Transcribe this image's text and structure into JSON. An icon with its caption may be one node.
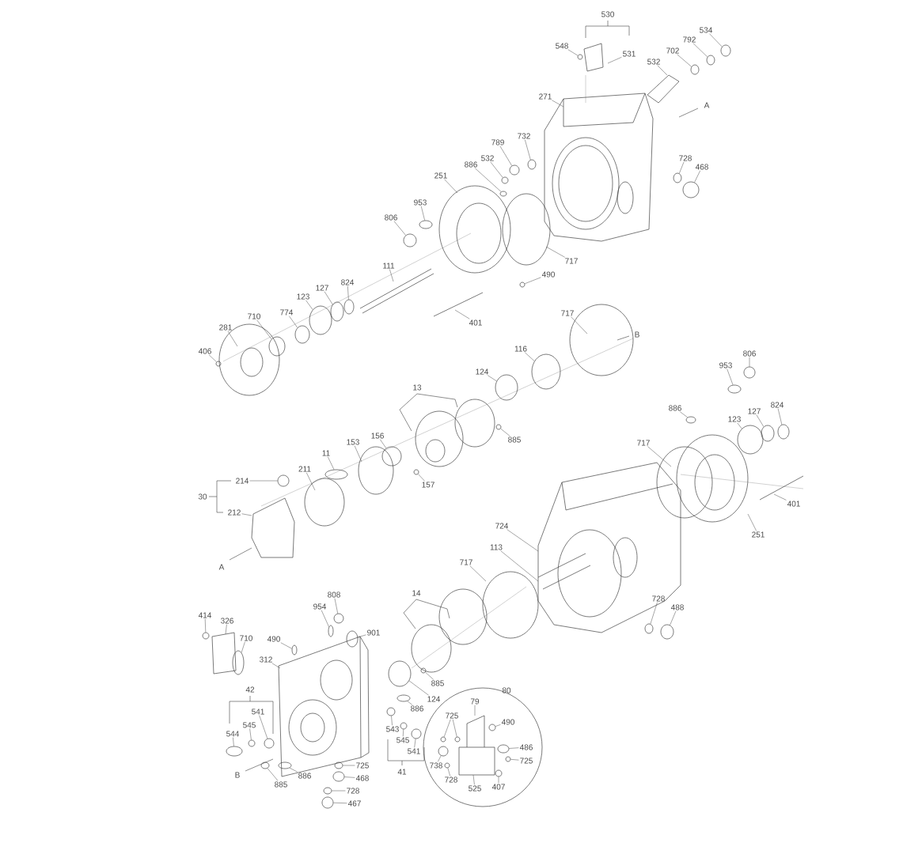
{
  "diagram": {
    "nodes": [
      {
        "text": [
          "548"
        ]
      },
      {
        "text": [
          "531"
        ]
      },
      {
        "text": [
          "532"
        ]
      },
      {
        "text": [
          "702"
        ]
      },
      {
        "text": [
          "792"
        ]
      },
      {
        "text": [
          "534"
        ]
      },
      {
        "text": [
          "271"
        ]
      },
      {
        "text": [
          "789"
        ]
      },
      {
        "text": [
          "732"
        ]
      },
      {
        "text": [
          "532"
        ]
      },
      {
        "text": [
          "886"
        ]
      },
      {
        "text": [
          "251"
        ]
      },
      {
        "text": [
          "728"
        ]
      },
      {
        "text": [
          "468"
        ]
      },
      {
        "text": [
          "953"
        ]
      },
      {
        "text": [
          "806"
        ]
      },
      {
        "text": [
          "717"
        ]
      },
      {
        "text": [
          "490"
        ]
      },
      {
        "text": [
          "111"
        ]
      },
      {
        "text": [
          "824"
        ]
      },
      {
        "text": [
          "127"
        ]
      },
      {
        "text": [
          "123"
        ]
      },
      {
        "text": [
          "774"
        ]
      },
      {
        "text": [
          "710"
        ]
      },
      {
        "text": [
          "281"
        ]
      },
      {
        "text": [
          "406"
        ]
      },
      {
        "text": [
          "401"
        ]
      },
      {
        "text": [
          "717"
        ]
      },
      {
        "text": [
          "116"
        ]
      },
      {
        "text": [
          "124"
        ]
      },
      {
        "text": [
          "885"
        ]
      },
      {
        "text": [
          "157"
        ]
      },
      {
        "text": [
          "156"
        ]
      },
      {
        "text": [
          "153"
        ]
      },
      {
        "text": [
          "11"
        ]
      },
      {
        "text": [
          "211"
        ]
      },
      {
        "text": [
          "214"
        ]
      },
      {
        "text": [
          "212"
        ]
      },
      {
        "text": [
          "806"
        ]
      },
      {
        "text": [
          "953"
        ]
      },
      {
        "text": [
          "886"
        ]
      },
      {
        "text": [
          "123"
        ]
      },
      {
        "text": [
          "127"
        ]
      },
      {
        "text": [
          "824"
        ]
      },
      {
        "text": [
          "717"
        ]
      },
      {
        "text": [
          "401"
        ]
      },
      {
        "text": [
          "251"
        ]
      },
      {
        "text": [
          "724"
        ]
      },
      {
        "text": [
          "113"
        ]
      },
      {
        "text": [
          "717"
        ]
      },
      {
        "text": [
          "728"
        ]
      },
      {
        "text": [
          "488"
        ]
      },
      {
        "text": [
          "808"
        ]
      },
      {
        "text": [
          "954"
        ]
      },
      {
        "text": [
          "901"
        ]
      },
      {
        "text": [
          "490"
        ]
      },
      {
        "text": [
          "414"
        ]
      },
      {
        "text": [
          "326"
        ]
      },
      {
        "text": [
          "710"
        ]
      },
      {
        "text": [
          "312"
        ]
      },
      {
        "text": [
          "124"
        ]
      },
      {
        "text": [
          "885"
        ]
      },
      {
        "text": [
          "886"
        ]
      },
      {
        "text": [
          "541"
        ]
      },
      {
        "text": [
          "545"
        ]
      },
      {
        "text": [
          "544"
        ]
      },
      {
        "text": [
          "543"
        ]
      },
      {
        "text": [
          "545"
        ]
      },
      {
        "text": [
          "541"
        ]
      },
      {
        "text": [
          "725"
        ]
      },
      {
        "text": [
          "468"
        ]
      },
      {
        "text": [
          "728"
        ]
      },
      {
        "text": [
          "467"
        ]
      },
      {
        "text": [
          "885"
        ]
      },
      {
        "text": [
          "886"
        ]
      },
      {
        "text": [
          "79"
        ]
      },
      {
        "text": [
          "725"
        ]
      },
      {
        "text": [
          "490"
        ]
      },
      {
        "text": [
          "486"
        ]
      },
      {
        "text": [
          "725"
        ]
      },
      {
        "text": [
          "407"
        ]
      },
      {
        "text": [
          "525"
        ]
      },
      {
        "text": [
          "728"
        ]
      },
      {
        "text": [
          "738"
        ]
      },
      {
        "text": [],
        "shape": "circle"
      },
      {
        "text": [],
        "shape": "circle"
      },
      {
        "text": [],
        "shape": "circle"
      },
      {
        "text": [],
        "shape": "circle"
      },
      {
        "text": [],
        "shape": "circle"
      },
      {
        "text": [],
        "shape": "circle"
      },
      {
        "text": [],
        "shape": "circle"
      },
      {
        "text": [],
        "shape": "circle"
      },
      {
        "text": [],
        "shape": "circle"
      },
      {
        "text": [],
        "shape": "circle"
      },
      {
        "text": [],
        "shape": "circle"
      },
      {
        "text": [],
        "shape": "circle"
      },
      {
        "text": [],
        "shape": "circle"
      },
      {
        "text": [],
        "shape": "circle"
      },
      {
        "text": [],
        "shape": "circle"
      },
      {
        "text": [],
        "shape": "circle"
      },
      {
        "text": [],
        "shape": "circle"
      },
      {
        "text": [],
        "shape": "circle"
      },
      {
        "text": [],
        "shape": "circle"
      },
      {
        "text": [],
        "shape": "circle"
      },
      {
        "text": [],
        "shape": "circle"
      },
      {
        "text": [],
        "shape": "circle"
      },
      {
        "text": [],
        "shape": "circle"
      },
      {
        "text": [],
        "shape": "circle"
      },
      {
        "text": [],
        "shape": "circle"
      },
      {
        "text": [],
        "shape": "circle"
      },
      {
        "text": [],
        "shape": "circle"
      },
      {
        "text": [],
        "shape": "circle"
      },
      {
        "text": [],
        "shape": "circle"
      },
      {
        "text": [],
        "shape": "circle"
      },
      {
        "text": [],
        "shape": "circle"
      },
      {
        "text": [],
        "shape": "circle"
      },
      {
        "text": [],
        "shape": "circle"
      },
      {
        "text": [],
        "shape": "circle"
      },
      {
        "text": [],
        "shape": "circle"
      },
      {
        "text": [],
        "shape": "circle"
      },
      {
        "text": [],
        "shape": "circle"
      },
      {
        "text": [],
        "shape": "circle"
      },
      {
        "text": [],
        "shape": "circle"
      },
      {
        "text": [],
        "shape": "circle"
      },
      {
        "text": [],
        "shape": "circle"
      },
      {
        "text": [],
        "shape": "circle"
      },
      {
        "text": [],
        "shape": "circle"
      },
      {
        "text": [],
        "shape": "circle"
      },
      {
        "text": [],
        "shape": "circle"
      },
      {
        "text": [],
        "shape": "circle"
      },
      {
        "text": [],
        "shape": "circle"
      },
      {
        "text": [],
        "shape": "circle"
      },
      {
        "text": [],
        "shape": "circle"
      },
      {
        "text": [],
        "shape": "circle"
      },
      {
        "text": [],
        "shape": "circle"
      },
      {
        "text": [],
        "shape": "circle"
      },
      {
        "text": [],
        "shape": "circle"
      },
      {
        "text": [],
        "shape": "circle"
      },
      {
        "text": [],
        "shape": "circle"
      },
      {
        "text": [],
        "shape": "circle"
      },
      {
        "text": [],
        "shape": "circle"
      },
      {
        "text": [],
        "shape": "circle"
      },
      {
        "text": [],
        "shape": "circle"
      },
      {
        "text": [],
        "shape": "circle"
      },
      {
        "text": [],
        "shape": "circle"
      },
      {
        "text": [],
        "shape": "circle"
      },
      {
        "text": [],
        "shape": "circle"
      }
    ],
    "edges": [
      {
        "from": 0,
        "to": 84,
        "arrow": "none"
      },
      {
        "from": 1,
        "to": null,
        "arrow": "none"
      },
      {
        "from": 2,
        "to": null,
        "arrow": "none"
      },
      {
        "from": 3,
        "to": 85,
        "arrow": "none"
      },
      {
        "from": 4,
        "to": 86,
        "arrow": "none"
      },
      {
        "from": 5,
        "to": 87,
        "arrow": "none"
      },
      {
        "from": 6,
        "to": null,
        "arrow": "none"
      },
      {
        "from": 7,
        "to": 88,
        "arrow": "none"
      },
      {
        "from": 8,
        "to": 89,
        "arrow": "none"
      },
      {
        "from": 9,
        "to": 90,
        "arrow": "none"
      },
      {
        "from": 10,
        "to": 91,
        "arrow": "none"
      },
      {
        "from": 11,
        "to": null,
        "arrow": "none"
      },
      {
        "from": 12,
        "to": 92,
        "arrow": "none"
      },
      {
        "from": 13,
        "to": 93,
        "arrow": "none"
      },
      {
        "from": 14,
        "to": 94,
        "arrow": "none"
      },
      {
        "from": 15,
        "to": 95,
        "arrow": "none"
      },
      {
        "from": 16,
        "to": null,
        "arrow": "none"
      },
      {
        "from": 17,
        "to": 96,
        "arrow": "none"
      },
      {
        "from": 18,
        "to": null,
        "arrow": "none"
      },
      {
        "from": 19,
        "to": 97,
        "arrow": "none"
      },
      {
        "from": 20,
        "to": 98,
        "arrow": "none"
      },
      {
        "from": 21,
        "to": 99,
        "arrow": "none"
      },
      {
        "from": 22,
        "to": 100,
        "arrow": "none"
      },
      {
        "from": 23,
        "to": 101,
        "arrow": "none"
      },
      {
        "from": 24,
        "to": null,
        "arrow": "none"
      },
      {
        "from": 25,
        "to": 102,
        "arrow": "none"
      },
      {
        "from": 26,
        "to": null,
        "arrow": "none"
      },
      {
        "from": 27,
        "to": null,
        "arrow": "none"
      },
      {
        "from": 28,
        "to": 103,
        "arrow": "none"
      },
      {
        "from": 29,
        "to": 104,
        "arrow": "none"
      },
      {
        "from": 30,
        "to": 105,
        "arrow": "none"
      },
      {
        "from": 31,
        "to": 106,
        "arrow": "none"
      },
      {
        "from": 32,
        "to": 107,
        "arrow": "none"
      },
      {
        "from": 33,
        "to": null,
        "arrow": "none"
      },
      {
        "from": 34,
        "to": 108,
        "arrow": "none"
      },
      {
        "from": 35,
        "to": null,
        "arrow": "none"
      },
      {
        "from": 36,
        "to": 109,
        "arrow": "none"
      },
      {
        "from": 37,
        "to": null,
        "arrow": "none"
      },
      {
        "from": 38,
        "to": 110,
        "arrow": "none"
      },
      {
        "from": 39,
        "to": 111,
        "arrow": "none"
      },
      {
        "from": 40,
        "to": 112,
        "arrow": "none"
      },
      {
        "from": 41,
        "to": 113,
        "arrow": "none"
      },
      {
        "from": 42,
        "to": 114,
        "arrow": "none"
      },
      {
        "from": 43,
        "to": 115,
        "arrow": "none"
      },
      {
        "from": 44,
        "to": null,
        "arrow": "none"
      },
      {
        "from": 45,
        "to": null,
        "arrow": "none"
      },
      {
        "from": 46,
        "to": null,
        "arrow": "none"
      },
      {
        "from": 47,
        "to": null,
        "arrow": "none"
      },
      {
        "from": 48,
        "to": null,
        "arrow": "none"
      },
      {
        "from": 49,
        "to": null,
        "arrow": "none"
      },
      {
        "from": 50,
        "to": 116,
        "arrow": "none"
      },
      {
        "from": 51,
        "to": 117,
        "arrow": "none"
      },
      {
        "from": 52,
        "to": 118,
        "arrow": "none"
      },
      {
        "from": 53,
        "to": 119,
        "arrow": "none"
      },
      {
        "from": 54,
        "to": 120,
        "arrow": "none"
      },
      {
        "from": 55,
        "to": 121,
        "arrow": "none"
      },
      {
        "from": 56,
        "to": 122,
        "arrow": "none"
      },
      {
        "from": 57,
        "to": null,
        "arrow": "none"
      },
      {
        "from": 58,
        "to": 123,
        "arrow": "none"
      },
      {
        "from": 59,
        "to": null,
        "arrow": "none"
      },
      {
        "from": 60,
        "to": 124,
        "arrow": "none"
      },
      {
        "from": 61,
        "to": 125,
        "arrow": "none"
      },
      {
        "from": 62,
        "to": 126,
        "arrow": "none"
      },
      {
        "from": 63,
        "to": 127,
        "arrow": "none"
      },
      {
        "from": 64,
        "to": 128,
        "arrow": "none"
      },
      {
        "from": 65,
        "to": 129,
        "arrow": "none"
      },
      {
        "from": 66,
        "to": 130,
        "arrow": "none"
      },
      {
        "from": 67,
        "to": 131,
        "arrow": "none"
      },
      {
        "from": 68,
        "to": 132,
        "arrow": "none"
      },
      {
        "from": 69,
        "to": 133,
        "arrow": "none"
      },
      {
        "from": 70,
        "to": 134,
        "arrow": "none"
      },
      {
        "from": 71,
        "to": 135,
        "arrow": "none"
      },
      {
        "from": 72,
        "to": 136,
        "arrow": "none"
      },
      {
        "from": 73,
        "to": 137,
        "arrow": "none"
      },
      {
        "from": 74,
        "to": 138,
        "arrow": "none"
      },
      {
        "from": 75,
        "to": null,
        "arrow": "none"
      },
      {
        "from": 76,
        "to": 139,
        "arrow": "none"
      },
      {
        "from": 76,
        "to": 140,
        "arrow": "none"
      },
      {
        "from": 77,
        "to": 141,
        "arrow": "none"
      },
      {
        "from": 78,
        "to": 142,
        "arrow": "none"
      },
      {
        "from": 79,
        "to": 143,
        "arrow": "none"
      },
      {
        "from": 80,
        "to": 144,
        "arrow": "none"
      },
      {
        "from": 81,
        "to": null,
        "arrow": "none"
      },
      {
        "from": 82,
        "to": 145,
        "arrow": "none"
      },
      {
        "from": 83,
        "to": 146,
        "arrow": "none"
      }
    ],
    "labels": [
      "530",
      "A",
      "B",
      "13",
      "30",
      "A",
      "14",
      "42",
      "80",
      "B",
      "41"
    ]
  }
}
